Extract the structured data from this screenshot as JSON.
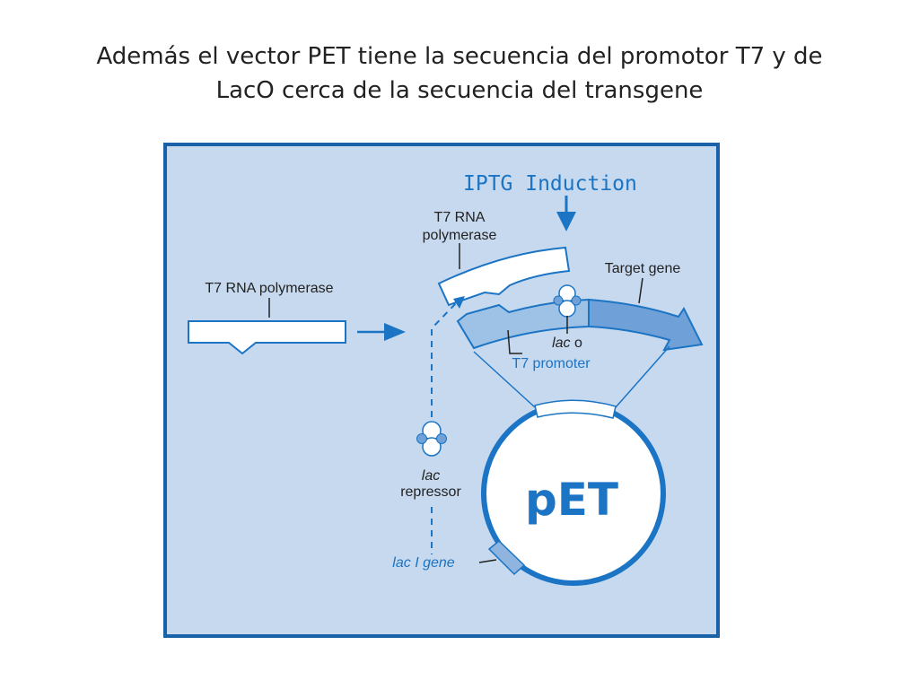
{
  "title": {
    "line1": "Además el vector PET tiene la secuencia del promotor T7 y de",
    "line2": "LacO cerca de la secuencia del transgene"
  },
  "diagram": {
    "induction_label": "IPTG Induction",
    "polymerase_free_label": "T7 RNA polymerase",
    "polymerase_bound_label_line1": "T7 RNA",
    "polymerase_bound_label_line2": "polymerase",
    "target_gene_label": "Target gene",
    "lac_o_italic": "lac",
    "lac_o_suffix": " o",
    "t7_promoter_label": "T7 promoter",
    "lac_repressor_italic": "lac",
    "lac_repressor_label": "repressor",
    "laci_gene_label": "lac I gene",
    "plasmid_label": "pET"
  },
  "colors": {
    "panel_background": "#c6d9ef",
    "panel_border": "#1a62a8",
    "accent_blue": "#1b74c4",
    "light_blue": "#9ec1e6",
    "mid_blue": "#6fa0d8",
    "text": "#222222"
  }
}
